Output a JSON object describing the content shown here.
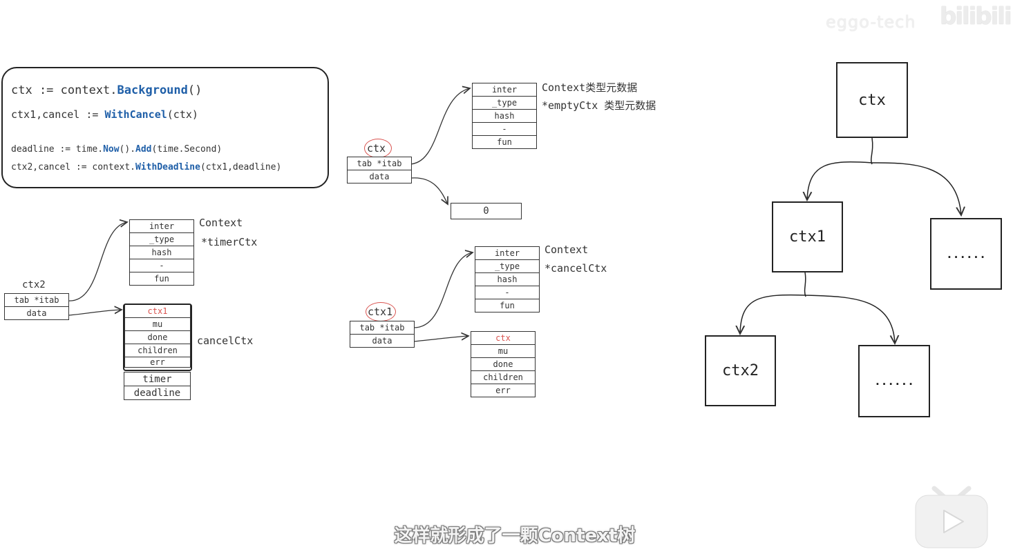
{
  "watermark": "eggo-tech",
  "logo": "bilibili",
  "code": {
    "line1": {
      "a": "ctx := context.",
      "b": "Background",
      "c": "()"
    },
    "line2": {
      "a": "ctx1,cancel := ",
      "b": "WithCancel",
      "c": "(ctx)"
    },
    "line3": {
      "a": "deadline := time.",
      "b": "Now",
      "c": "().",
      "d": "Add",
      "e": "(time.Second)"
    },
    "line4": {
      "a": "ctx2,cancel := context.",
      "b": "WithDeadline",
      "c": "(ctx1,deadline)"
    }
  },
  "itab_fields": [
    "inter",
    "_type",
    "hash",
    "-",
    "fun"
  ],
  "iface_fields": [
    "tab *itab",
    "data"
  ],
  "top_diagram": {
    "var_label": "ctx",
    "inter_desc": "Context类型元数据",
    "type_desc": "*emptyCtx 类型元数据",
    "data_value": "0"
  },
  "left_diagram": {
    "var_label": "ctx2",
    "inter_desc": "Context",
    "type_desc": "*timerCtx",
    "struct_desc": "cancelCtx",
    "cancel_fields": [
      "ctx1",
      "mu",
      "done",
      "children",
      "err"
    ],
    "timer_fields": [
      "timer",
      "deadline"
    ]
  },
  "mid_diagram": {
    "var_label": "ctx1",
    "inter_desc": "Context",
    "type_desc": "*cancelCtx",
    "cancel_fields": [
      "ctx",
      "mu",
      "done",
      "children",
      "err"
    ]
  },
  "tree": {
    "root": "ctx",
    "level1": [
      "ctx1",
      "......"
    ],
    "level2": [
      "ctx2",
      "......"
    ]
  },
  "subtitle": "这样就形成了一颗Context树",
  "colors": {
    "keyword": "#1f5fa8",
    "highlight": "#d9534f"
  }
}
